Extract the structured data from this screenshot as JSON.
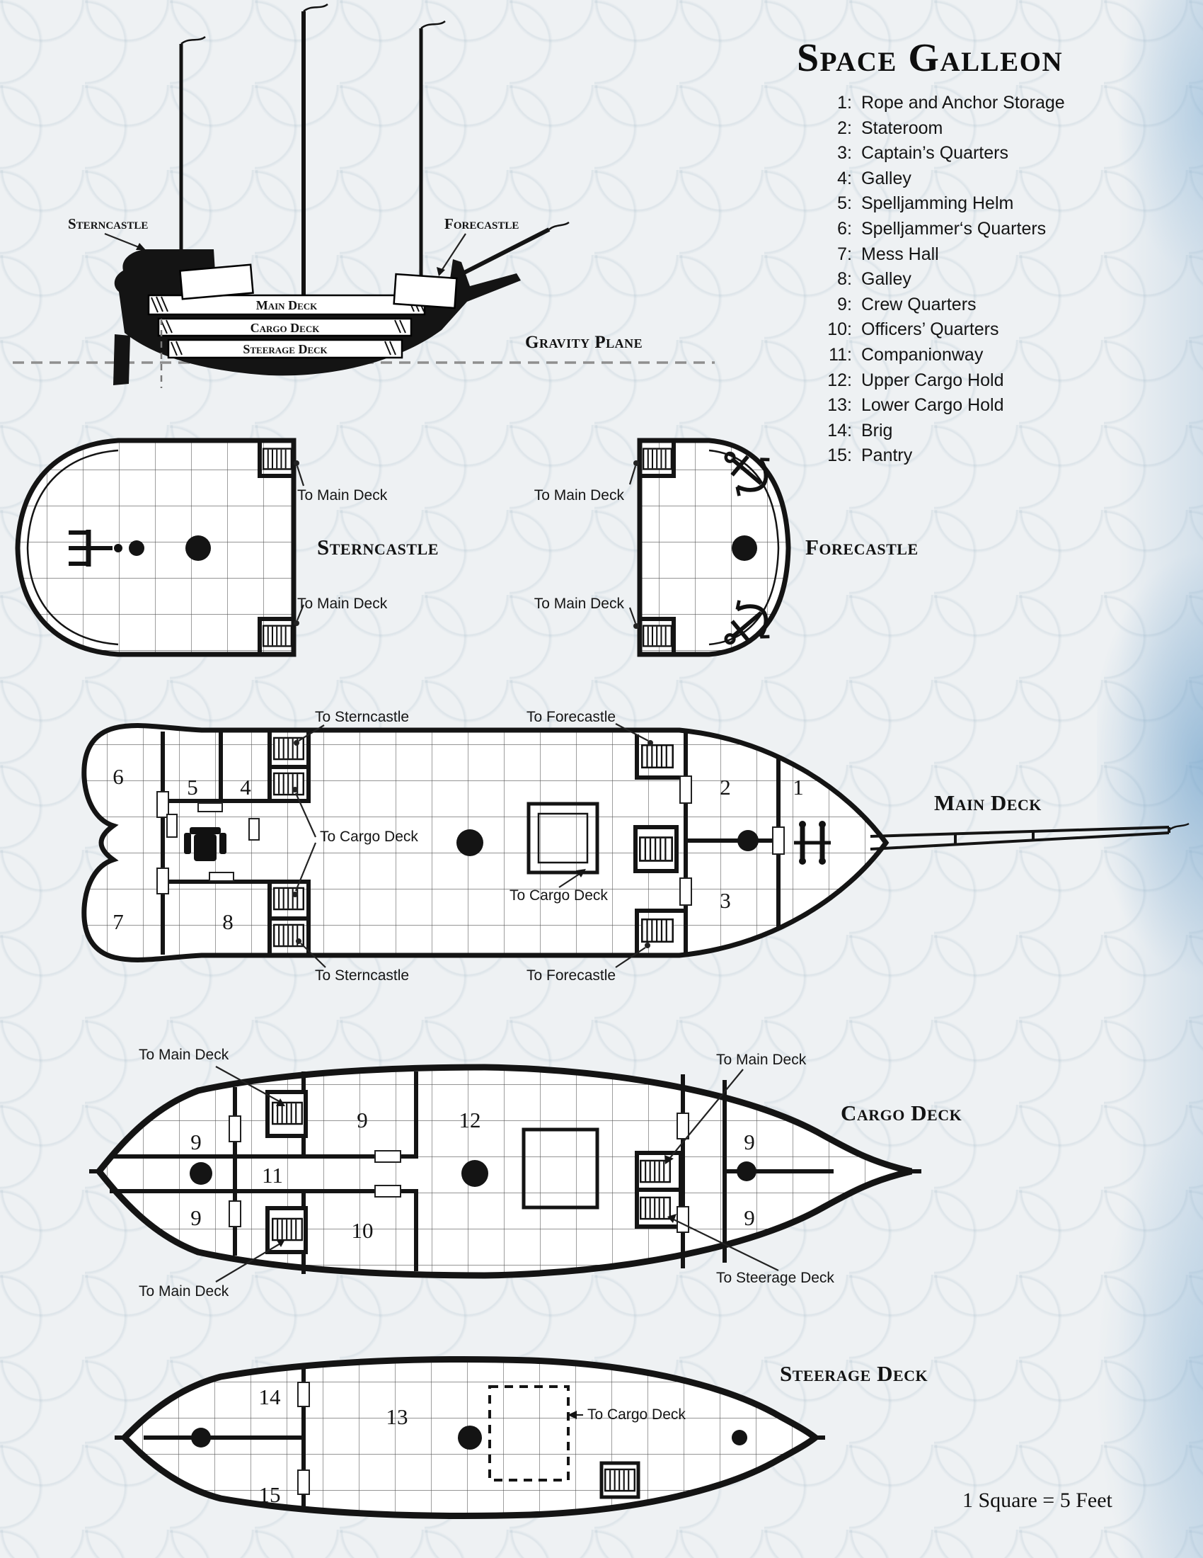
{
  "page": {
    "title": "Space Galleon",
    "scale_note": "1 Square = 5 Feet"
  },
  "legend": {
    "items": [
      {
        "n": "1:",
        "t": "Rope and Anchor Storage"
      },
      {
        "n": "2:",
        "t": "Stateroom"
      },
      {
        "n": "3:",
        "t": "Captain’s Quarters"
      },
      {
        "n": "4:",
        "t": "Galley"
      },
      {
        "n": "5:",
        "t": "Spelljamming Helm"
      },
      {
        "n": "6:",
        "t": "Spelljammer‘s Quarters"
      },
      {
        "n": "7:",
        "t": "Mess Hall"
      },
      {
        "n": "8:",
        "t": "Galley"
      },
      {
        "n": "9:",
        "t": "Crew Quarters"
      },
      {
        "n": "10:",
        "t": "Officers’ Quarters"
      },
      {
        "n": "11:",
        "t": "Companionway"
      },
      {
        "n": "12:",
        "t": "Upper Cargo Hold"
      },
      {
        "n": "13:",
        "t": "Lower Cargo Hold"
      },
      {
        "n": "14:",
        "t": "Brig"
      },
      {
        "n": "15:",
        "t": "Pantry"
      }
    ]
  },
  "profile": {
    "sterncastle": "Sterncastle",
    "forecastle": "Forecastle",
    "main_deck": "Main Deck",
    "cargo_deck": "Cargo Deck",
    "steerage_deck": "Steerage Deck",
    "gravity_plane": "Gravity Plane"
  },
  "sterncastle": {
    "title": "Sterncastle",
    "to_main_deck_top": "To Main Deck",
    "to_main_deck_bottom": "To Main Deck"
  },
  "forecastle": {
    "title": "Forecastle",
    "to_main_deck_top": "To Main Deck",
    "to_main_deck_bottom": "To Main Deck"
  },
  "main_deck": {
    "title": "Main Deck",
    "to_sterncastle_top": "To Sterncastle",
    "to_forecastle_top": "To Forecastle",
    "to_cargo_deck_left": "To Cargo Deck",
    "to_cargo_deck_center": "To Cargo Deck",
    "to_sterncastle_bottom": "To Sterncastle",
    "to_forecastle_bottom": "To Forecastle",
    "rooms": {
      "r1": "1",
      "r2": "2",
      "r3": "3",
      "r4": "4",
      "r5": "5",
      "r6": "6",
      "r7": "7",
      "r8": "8"
    }
  },
  "cargo_deck": {
    "title": "Cargo Deck",
    "to_main_deck_top_left": "To Main Deck",
    "to_main_deck_bottom_left": "To Main Deck",
    "to_main_deck_top_right": "To Main Deck",
    "to_steerage_deck": "To Steerage Deck",
    "rooms": {
      "r9a": "9",
      "r9b": "9",
      "r9c": "9",
      "r9d": "9",
      "r9e": "9",
      "r10": "10",
      "r11": "11",
      "r12": "12"
    }
  },
  "steerage_deck": {
    "title": "Steerage Deck",
    "to_cargo_deck": "To Cargo Deck",
    "rooms": {
      "r13": "13",
      "r14": "14",
      "r15": "15"
    }
  }
}
